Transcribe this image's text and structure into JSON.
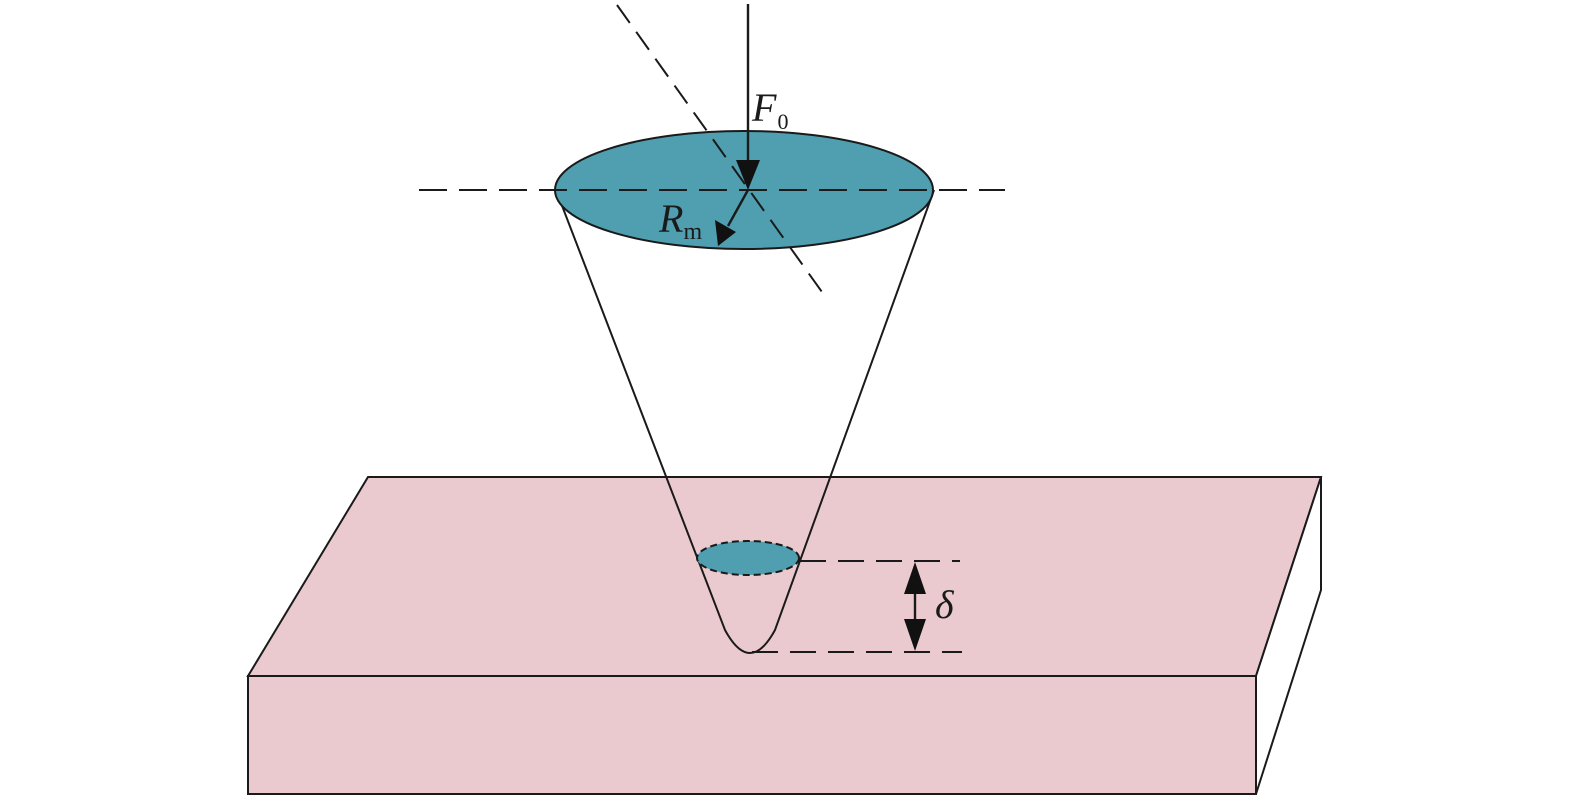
{
  "labels": {
    "force": {
      "main": "F",
      "sub": "0"
    },
    "radius": {
      "main": "R",
      "sub": "m"
    },
    "depth": {
      "main": "δ"
    }
  },
  "colors": {
    "plate_fill": "#ebcacf",
    "plate_side": "#ffffff",
    "cone_fill": "#ffffff",
    "ellipse_fill": "#4f9fb1",
    "stroke": "#1a1a1a"
  }
}
